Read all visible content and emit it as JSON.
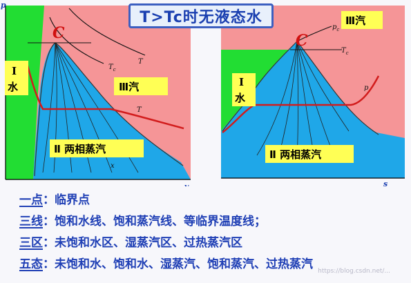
{
  "title": "T>Tc时无液态水",
  "left_diagram": {
    "y_axis": "p",
    "x_axis": "v",
    "critical_point": "C",
    "region_water": [
      "Ⅰ",
      "水"
    ],
    "region_vapor": "Ⅲ汽",
    "region_wet": "Ⅱ 两相蒸汽",
    "curve_labels": [
      "T",
      "Tc",
      "T",
      "x"
    ]
  },
  "right_diagram": {
    "x_axis": "s",
    "critical_point": "C",
    "region_water": [
      "Ⅰ",
      "水"
    ],
    "region_vapor": "Ⅲ汽",
    "region_wet": "Ⅱ 两相蒸汽",
    "curve_labels": [
      "pc",
      "Tc",
      "p"
    ]
  },
  "legend": [
    {
      "key": "一点",
      "text": "：临界点"
    },
    {
      "key": "三线",
      "text": "：饱和水线、饱和蒸汽线、等临界温度线；"
    },
    {
      "key": "三区",
      "text": "：未饱和水区、湿蒸汽区、过热蒸汽区"
    },
    {
      "key": "五态",
      "text": "：未饱和水、饱和水、湿蒸汽、饱和蒸汽、过热蒸汽"
    }
  ],
  "watermark": "https://blog.csdn.net/..."
}
